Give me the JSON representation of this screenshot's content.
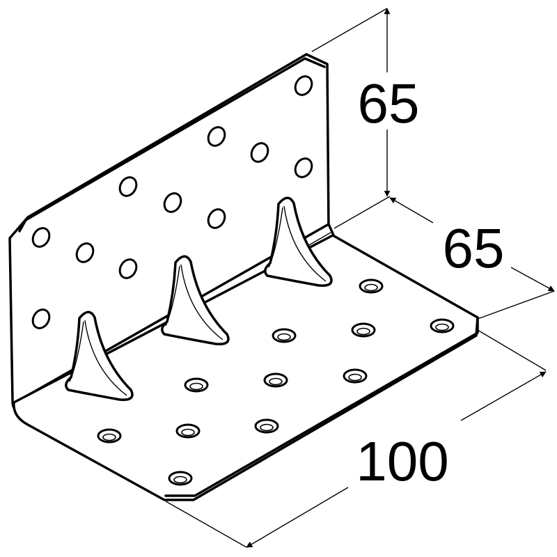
{
  "dimensions": {
    "height": "65",
    "depth": "65",
    "length": "100"
  }
}
